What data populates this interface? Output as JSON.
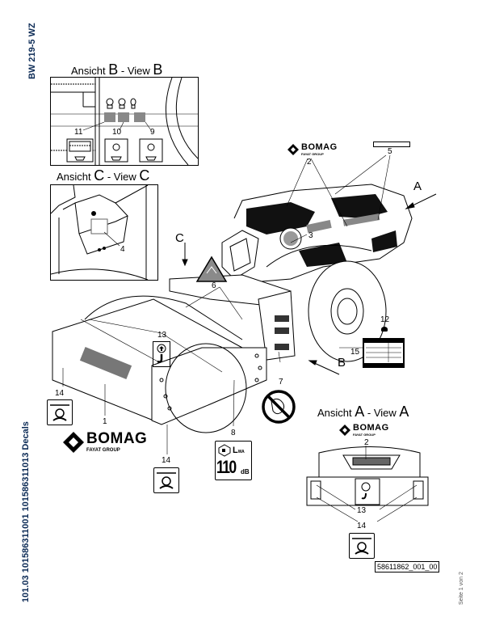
{
  "document": {
    "model_label": "BW 219-5 WZ",
    "side_label": "101.03 101586311001 101586311013 Decals",
    "page_label": "Seite 1 von 2",
    "drawing_number": "58611862_001_00"
  },
  "views": {
    "b": {
      "prefix": "Ansicht ",
      "letter": "B",
      "sep": " - View ",
      "letter2": "B"
    },
    "c": {
      "prefix": "Ansicht ",
      "letter": "C",
      "sep": " - View ",
      "letter2": "C"
    },
    "a": {
      "prefix": "Ansicht ",
      "letter": "A",
      "sep": " - View ",
      "letter2": "A"
    }
  },
  "arrows": {
    "a": "A",
    "b": "B",
    "c": "C"
  },
  "brand": {
    "name": "BOMAG",
    "group": "FAYAT GROUP"
  },
  "noise_label": {
    "value": "110",
    "unit": "dB",
    "symbol": "L",
    "sub": "WA"
  },
  "callouts": {
    "c1": "1",
    "c2": "2",
    "c3": "3",
    "c4": "4",
    "c5": "5",
    "c6": "6",
    "c7": "7",
    "c8": "8",
    "c9": "9",
    "c10": "10",
    "c11": "11",
    "c12": "12",
    "c13": "13",
    "c14": "14",
    "c15": "15",
    "a2": "2",
    "a13": "13",
    "a14": "14",
    "m14a": "14",
    "m14b": "14"
  },
  "colors": {
    "text_blue": "#0b2a55",
    "decal_gray": "#777777",
    "warning_gray": "#8a8a8a"
  }
}
